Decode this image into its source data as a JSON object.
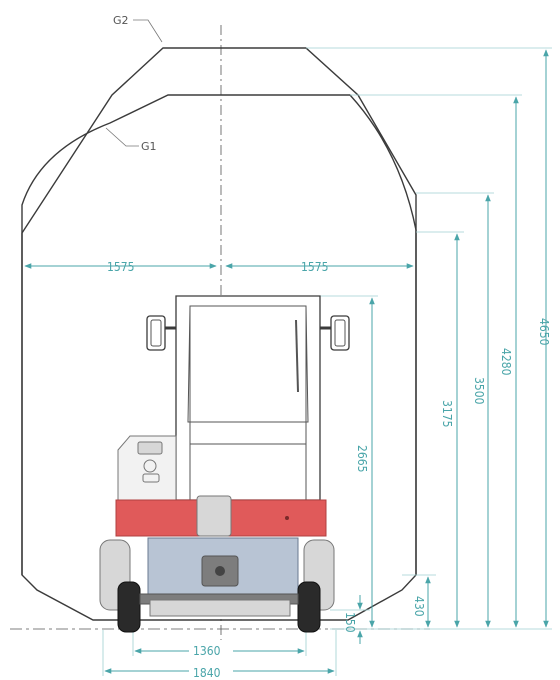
{
  "labels": {
    "gauge_outer": "G2",
    "gauge_inner": "G1"
  },
  "dimensions": {
    "half_width_left": "1575",
    "half_width_right": "1575",
    "height_total": "4650",
    "height_g1": "4280",
    "height_upper_corner": "3500",
    "height_lower_corner": "3175",
    "machine_height": "2665",
    "platform_height": "430",
    "ground_clearance": "150",
    "track_gauge": "1360",
    "overall_width": "1840"
  }
}
